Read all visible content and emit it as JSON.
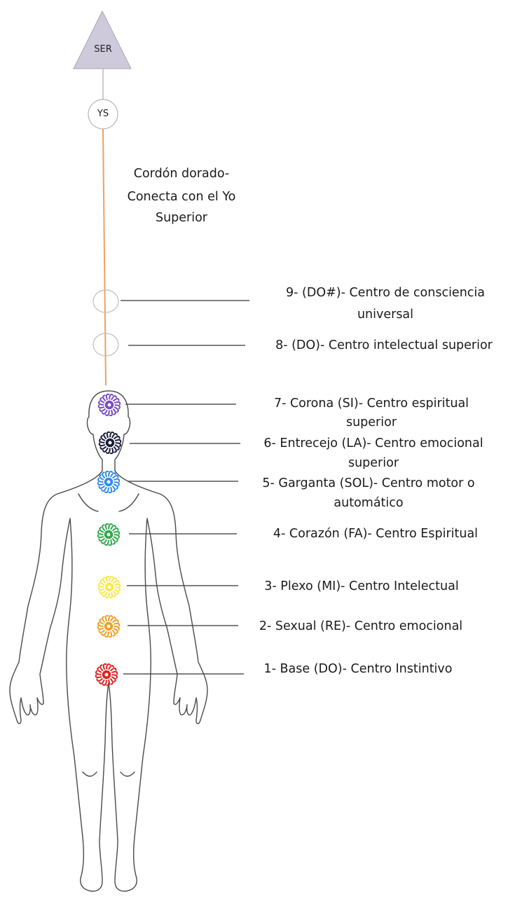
{
  "top": {
    "triangle_label": "SER",
    "circle_label": "YS",
    "triangle_fill": "#cfc9dc",
    "triangle_stroke": "#a8a2b7",
    "circle_stroke": "#b8b8b8",
    "connector_color": "#a9a9a9"
  },
  "cord": {
    "line1": "Cordón dorado-",
    "line2": "Conecta con el Yo",
    "line3": "Superior",
    "color": "#f0a060"
  },
  "centers": [
    {
      "line1": "9- (DO#)- Centro de consciencia",
      "line2": "universal",
      "color": "none",
      "icon": "empty-circle-icon"
    },
    {
      "line1": "8-  (DO)- Centro intelectual superior",
      "line2": "",
      "color": "none",
      "icon": "empty-circle-icon"
    },
    {
      "line1": "7- Corona (SI)- Centro espiritual",
      "line2": "superior",
      "color": "#7a4bc2",
      "icon": "violet-chakra-icon"
    },
    {
      "line1": "6- Entrecejo (LA)- Centro emocional",
      "line2": "superior",
      "color": "#1a1a3a",
      "icon": "indigo-chakra-icon"
    },
    {
      "line1": "5- Garganta (SOL)- Centro motor o",
      "line2": "automático",
      "color": "#2f8bea",
      "icon": "blue-chakra-icon"
    },
    {
      "line1": "4- Corazón (FA)- Centro Espiritual",
      "line2": "",
      "color": "#2fa84a",
      "icon": "green-chakra-icon"
    },
    {
      "line1": "3- Plexo (MI)- Centro Intelectual",
      "line2": "",
      "color": "#f7e84a",
      "icon": "yellow-chakra-icon"
    },
    {
      "line1": "2- Sexual (RE)- Centro emocional",
      "line2": "",
      "color": "#f0a020",
      "icon": "orange-chakra-icon"
    },
    {
      "line1": "1- Base (DO)- Centro Instintivo",
      "line2": "",
      "color": "#e02020",
      "icon": "red-chakra-icon"
    }
  ]
}
